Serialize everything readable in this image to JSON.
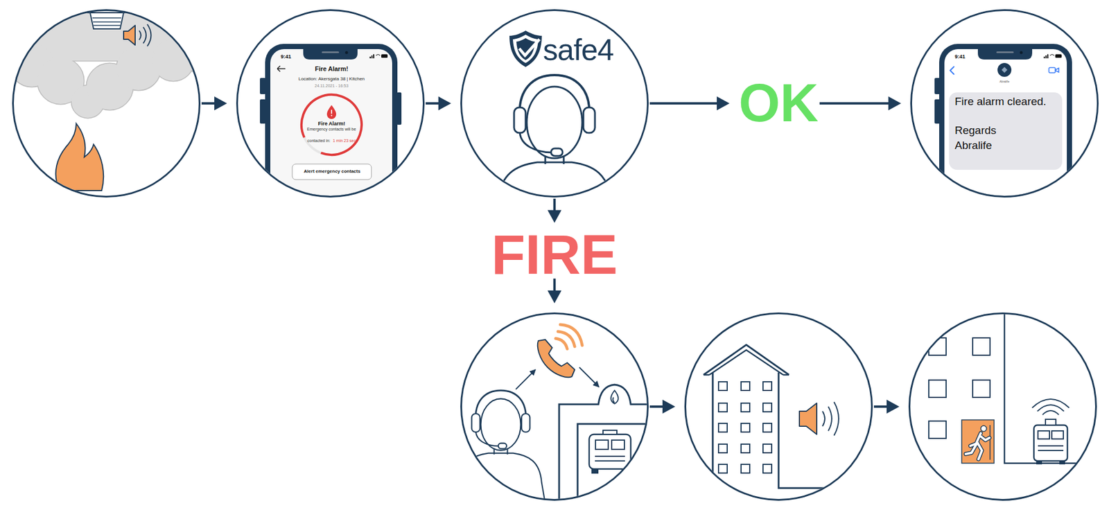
{
  "diagram": {
    "nodes": [
      {
        "text": []
      },
      {
        "text": [
          "9:41",
          "Fire Alarm!",
          "Location: Akersgata 38 | Kitchen",
          "24.11.2021 - 16:53",
          "Fire Alarm!",
          "Emergency contacts will be contacted in:",
          "1 min 23 sec",
          "Alert emergency contacts"
        ]
      },
      {
        "text": [
          "safe4"
        ]
      },
      {
        "text": [
          "OK"
        ]
      },
      {
        "text": [
          "9:41",
          "Abralife",
          "Fire alarm cleared.",
          "Regards Abralife"
        ]
      },
      {
        "text": [
          "FIRE"
        ]
      },
      {
        "text": []
      },
      {
        "text": []
      },
      {
        "text": []
      }
    ],
    "edges": [
      {
        "from": 0,
        "to": 1,
        "arrow": "to"
      },
      {
        "from": 1,
        "to": 2,
        "arrow": "to"
      },
      {
        "from": 2,
        "to": 3,
        "arrow": "to"
      },
      {
        "from": 3,
        "to": 4,
        "arrow": "to"
      },
      {
        "from": 2,
        "to": 5,
        "arrow": "to"
      },
      {
        "from": 5,
        "to": 6,
        "arrow": "to"
      },
      {
        "from": 6,
        "to": 7,
        "arrow": "to"
      },
      {
        "from": 7,
        "to": 8,
        "arrow": "to"
      }
    ]
  }
}
